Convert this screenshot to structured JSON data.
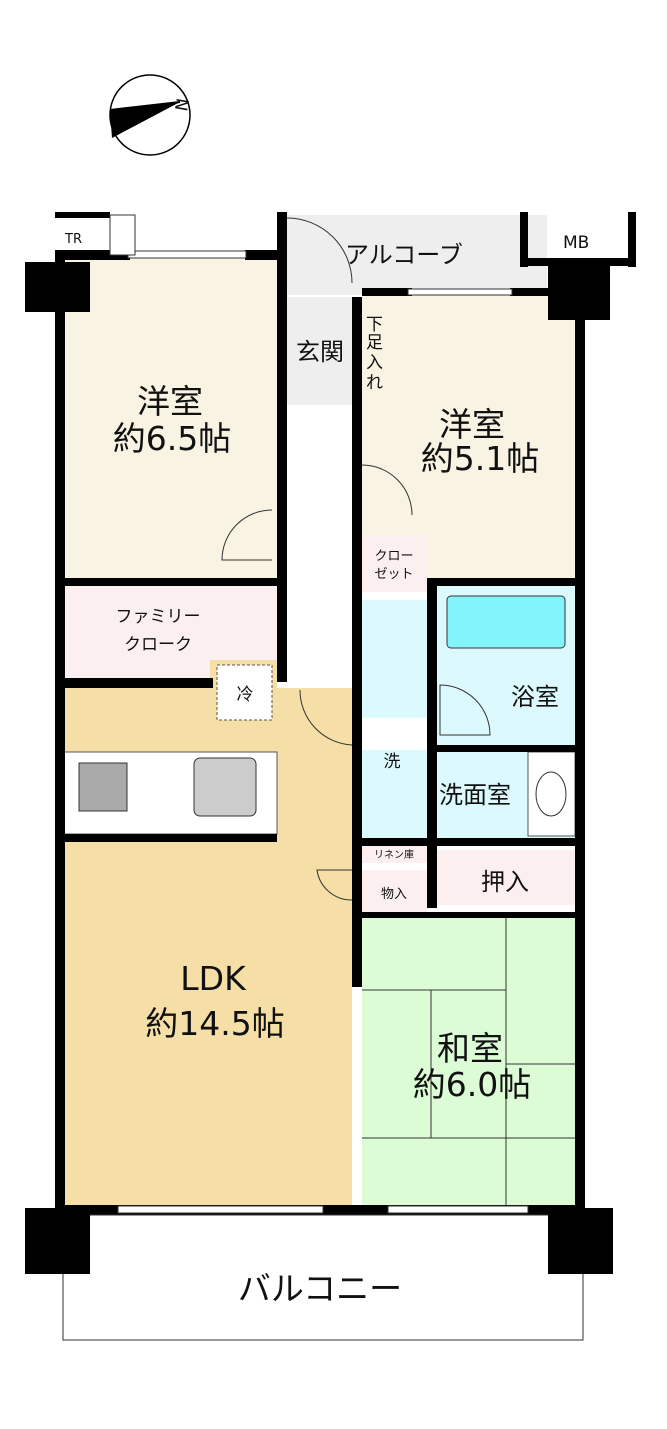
{
  "compass": {
    "label": "N"
  },
  "rooms": {
    "western_room_1": {
      "name": "洋室",
      "size": "約6.5帖"
    },
    "western_room_2": {
      "name": "洋室",
      "size": "約5.1帖"
    },
    "ldk": {
      "name": "LDK",
      "size": "約14.5帖"
    },
    "japanese_room": {
      "name": "和室",
      "size": "約6.0帖"
    },
    "alcove": "アルコーブ",
    "entrance": "玄関",
    "shoe_storage": [
      "下",
      "足",
      "入",
      "れ"
    ],
    "closet": [
      "クロー",
      "ゼット"
    ],
    "family_closet": [
      "ファミリー",
      "クローク"
    ],
    "bathroom": "浴室",
    "washroom": "洗面室",
    "linen": "リネン庫",
    "storage": "物入",
    "oshiire": "押入",
    "balcony": "バルコニー",
    "tr": "TR",
    "mb": "MB",
    "fridge": "冷",
    "washer": "洗"
  },
  "colors": {
    "western": "#f8f3e3",
    "pink": "#fcefef",
    "ldk": "#f5dfa6",
    "water": "#dcfafd",
    "tub": "#82f4fa",
    "tatami": "#dcfcd6",
    "tile": "#eeeeee"
  }
}
